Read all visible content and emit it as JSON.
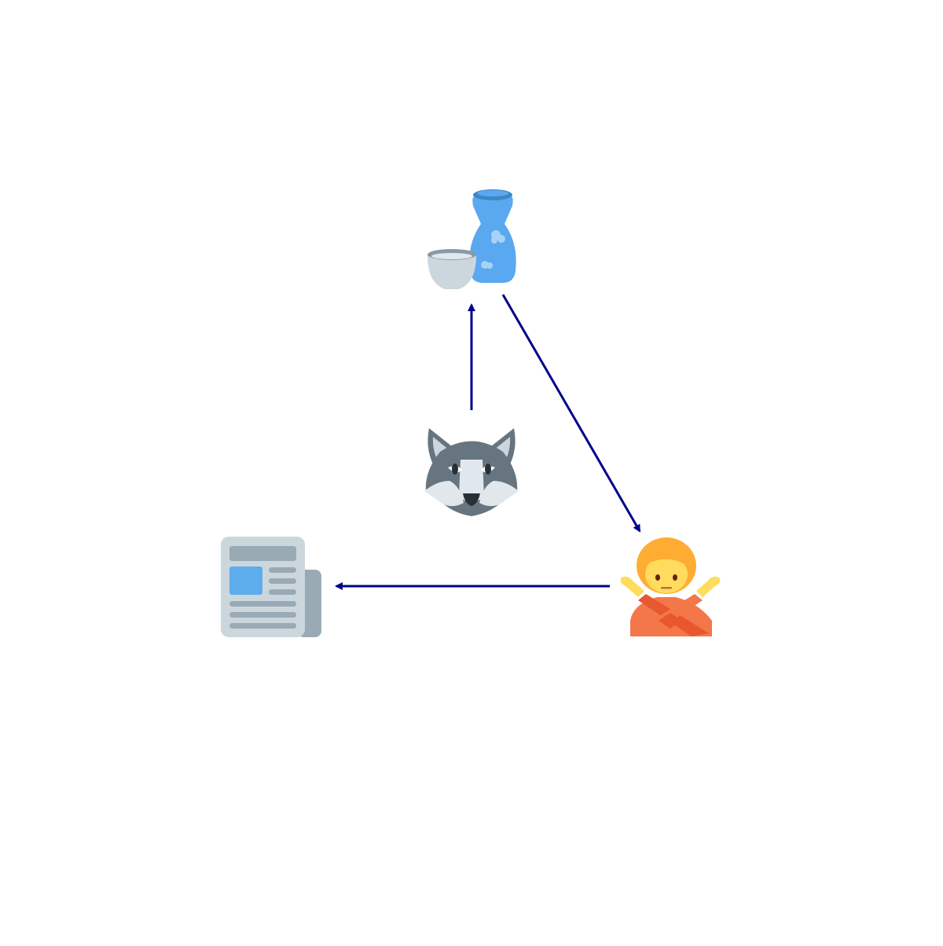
{
  "diagram": {
    "nodes": [
      {
        "id": "sake",
        "icon": "sake-icon"
      },
      {
        "id": "wolf",
        "icon": "wolf-icon"
      },
      {
        "id": "person",
        "icon": "person-gesturing-no-icon"
      },
      {
        "id": "newspaper",
        "icon": "newspaper-icon"
      }
    ],
    "edges": [
      {
        "from": "wolf",
        "to": "sake"
      },
      {
        "from": "sake",
        "to": "person"
      },
      {
        "from": "person",
        "to": "newspaper"
      }
    ],
    "colors": {
      "arrow": "#00008b",
      "background": "#ffffff"
    }
  }
}
